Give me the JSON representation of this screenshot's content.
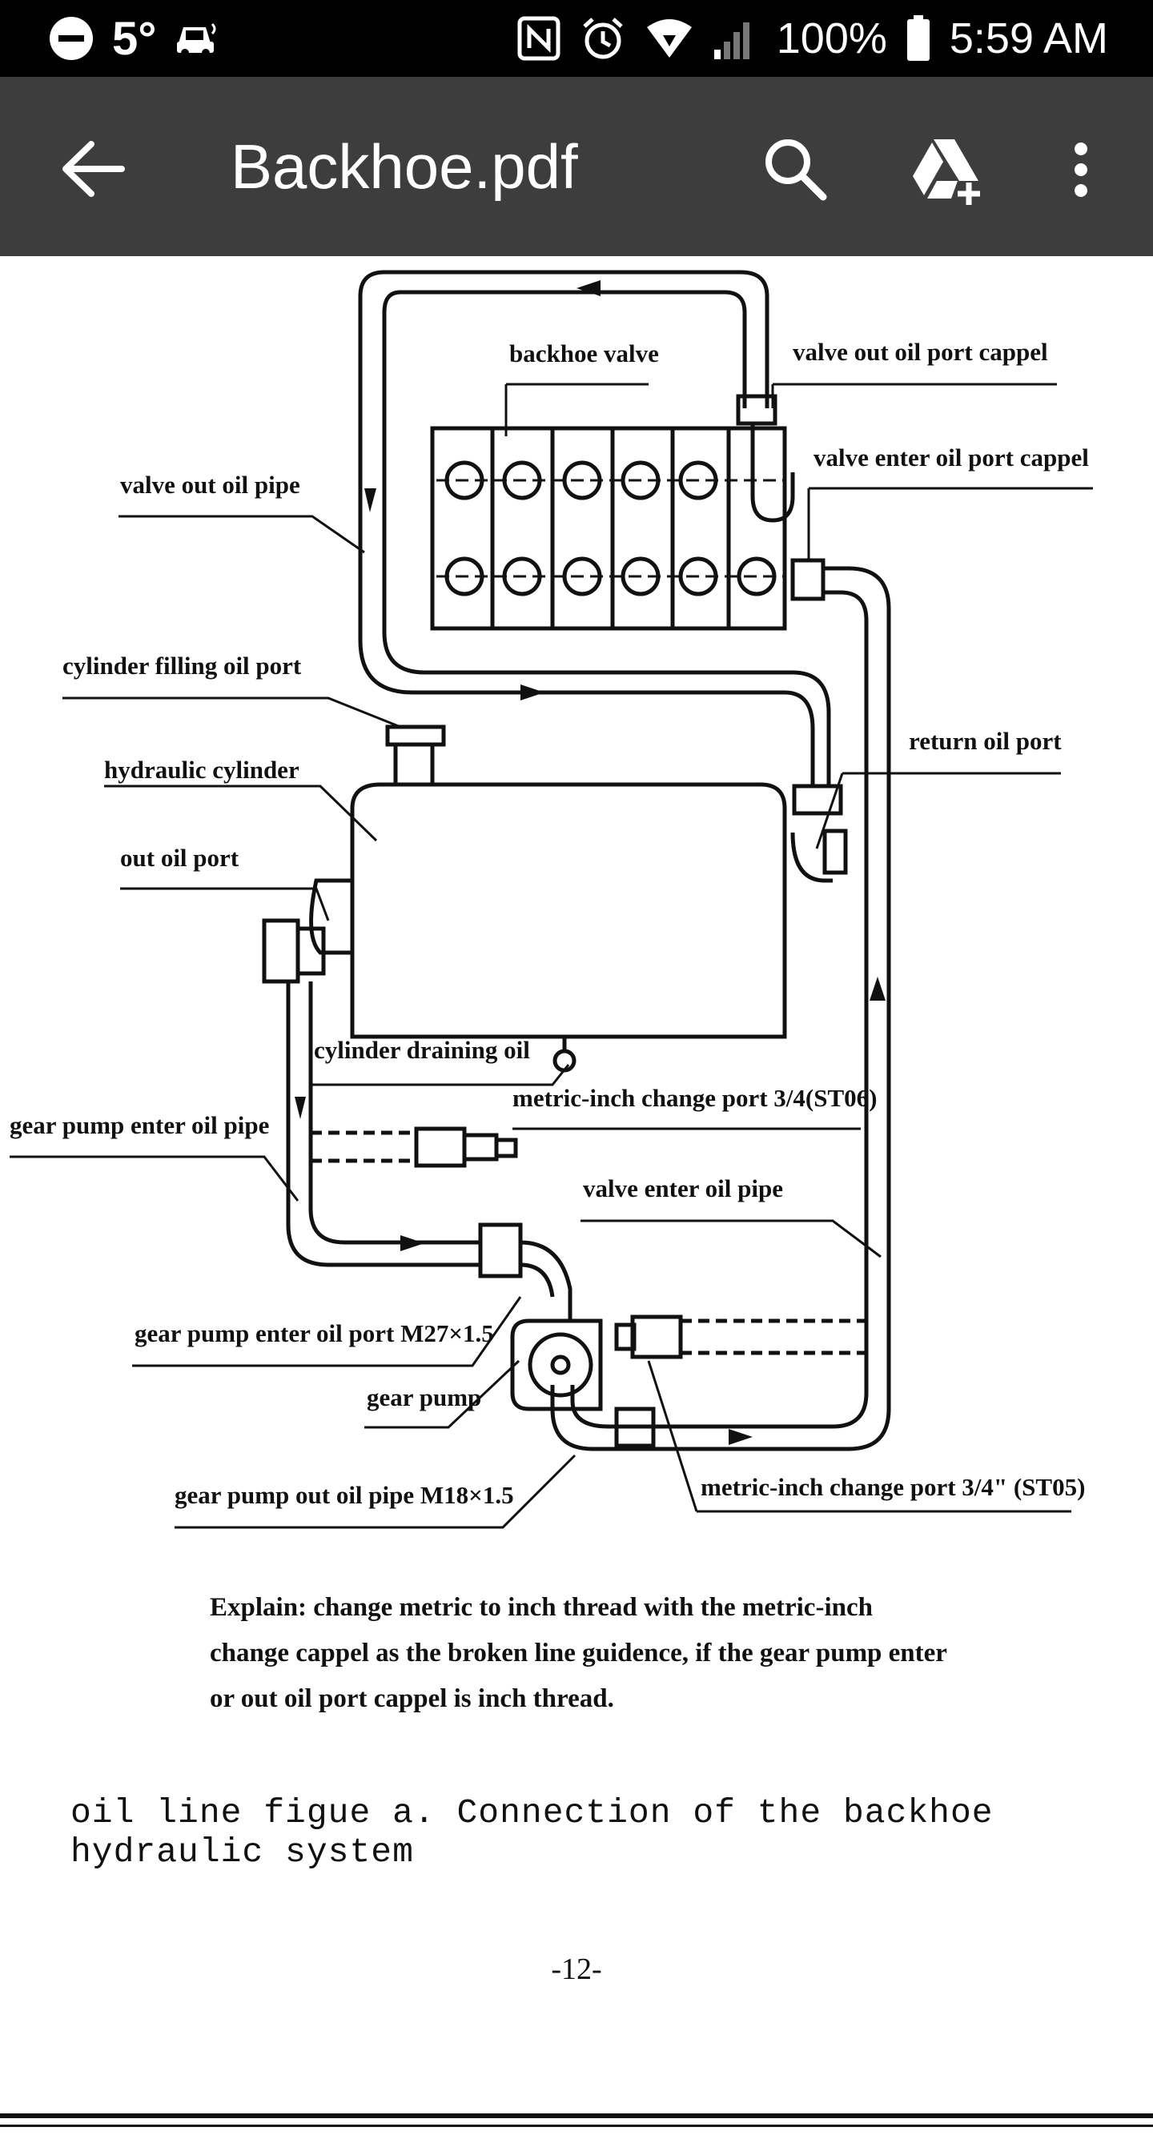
{
  "status_bar": {
    "temperature": "5°",
    "battery": "100%",
    "time": "5:59 AM",
    "icons": [
      "do-not-disturb-icon",
      "car-icon",
      "nfc-icon",
      "alarm-icon",
      "wifi-icon",
      "signal-icon",
      "battery-icon"
    ]
  },
  "app_bar": {
    "title": "Backhoe.pdf",
    "icons": [
      "back-arrow-icon",
      "search-icon",
      "drive-add-icon",
      "more-vert-icon"
    ],
    "bg_color": "#3d3d3d"
  },
  "diagram": {
    "labels": {
      "backhoe_valve": "backhoe valve",
      "valve_out_oil_port_cappel": "valve out oil port cappel",
      "valve_enter_oil_port_cappel": "valve enter oil port cappel",
      "valve_out_oil_pipe": "valve out oil pipe",
      "cylinder_filling_oil_port": "cylinder filling oil port",
      "hydraulic_cylinder": "hydraulic cylinder",
      "return_oil_port": "return oil port",
      "out_oil_port": "out oil port",
      "cylinder_draining_oil": "cylinder draining oil",
      "metric_inch_change_port_st06": "metric-inch change port 3/4(ST06)",
      "gear_pump_enter_oil_pipe": "gear pump enter oil pipe",
      "valve_enter_oil_pipe": "valve enter oil pipe",
      "gear_pump_enter_oil_port": "gear pump enter oil port M27×1.5",
      "gear_pump": "gear pump",
      "gear_pump_out_oil_pipe": "gear pump out oil pipe M18×1.5",
      "metric_inch_change_port_st05": "metric-inch change port 3/4\" (ST05)"
    }
  },
  "explain": {
    "line1": "Explain: change metric  to inch thread with the metric-inch",
    "line2": "change cappel as the broken line guidence, if the gear pump enter",
    "line3": "or out oil port cappel is inch thread."
  },
  "caption": "oil line figue a. Connection of the backhoe hydraulic system",
  "page_number": "-12-"
}
